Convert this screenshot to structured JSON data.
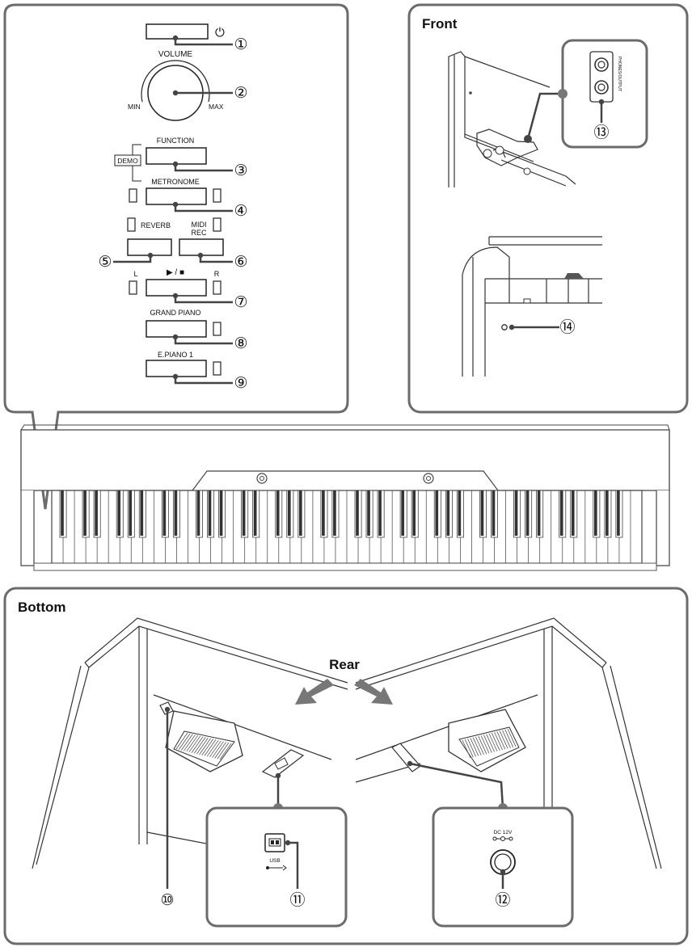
{
  "panels": {
    "controls": {
      "power_symbol": "⏻",
      "volume": "VOLUME",
      "min": "MIN",
      "max": "MAX",
      "function": "FUNCTION",
      "demo": "DEMO",
      "metronome": "METRONOME",
      "reverb": "REVERB",
      "midi": "MIDI",
      "rec": "REC",
      "left": "L",
      "right": "R",
      "play_stop": "▶ / ■",
      "grand_piano": "GRAND PIANO",
      "e_piano": "E.PIANO 1"
    },
    "front": {
      "title": "Front",
      "jack_label": "PHONES/OUTPUT"
    },
    "bottom": {
      "title": "Bottom",
      "rear": "Rear",
      "usb": "USB",
      "dc": "DC 12V"
    }
  },
  "callouts": [
    "①",
    "②",
    "③",
    "④",
    "⑤",
    "⑥",
    "⑦",
    "⑧",
    "⑨",
    "⑩",
    "⑪",
    "⑫",
    "⑬",
    "⑭"
  ],
  "icons": [
    "power-icon",
    "usb-port-icon",
    "usb-symbol-icon",
    "dc-polarity-icon",
    "rear-arrow-icon"
  ]
}
